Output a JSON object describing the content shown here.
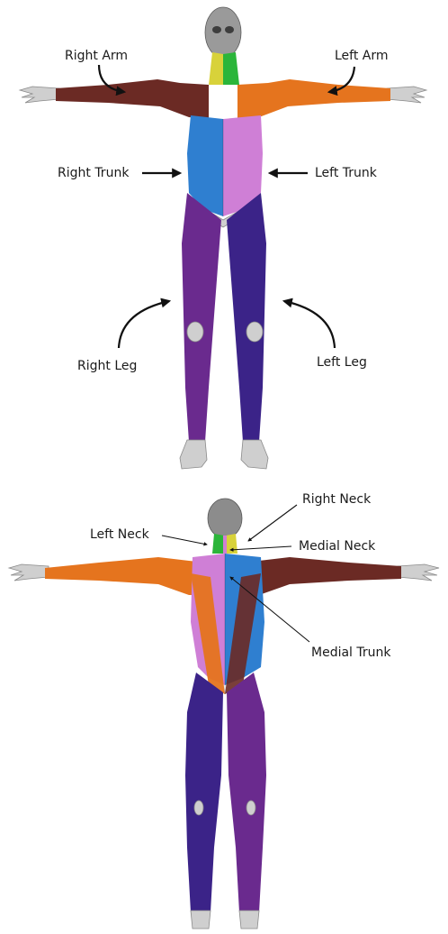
{
  "diagram": {
    "front_view": {
      "labels": {
        "right_arm": "Right Arm",
        "left_arm": "Left Arm",
        "right_trunk": "Right Trunk",
        "left_trunk": "Left Trunk",
        "right_leg": "Right Leg",
        "left_leg": "Left Leg"
      }
    },
    "back_view": {
      "labels": {
        "right_neck": "Right Neck",
        "left_neck": "Left Neck",
        "medial_neck": "Medial Neck",
        "medial_trunk": "Medial Trunk"
      }
    },
    "colors": {
      "right_arm": "#6b2a24",
      "left_arm": "#e5741e",
      "right_trunk": "#2f7fd0",
      "left_trunk": "#cf7fd6",
      "right_leg": "#6a2a8e",
      "left_leg": "#3b2388",
      "neck_left": "#2bb53a",
      "neck_right": "#d8d23a",
      "skull": "#9a9a9a",
      "bone": "#cfcfcf"
    }
  }
}
